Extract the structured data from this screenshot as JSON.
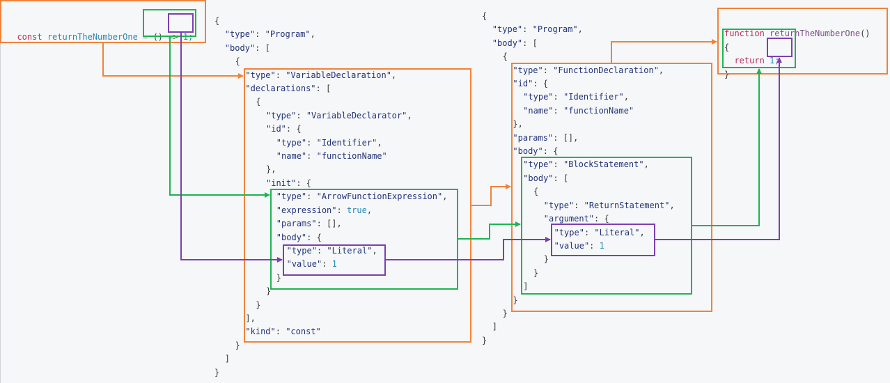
{
  "colors": {
    "orange": "#f0833a",
    "green": "#1cb552",
    "purple": "#7b3fb2",
    "keyword": "#b5305f",
    "identifier": "#2b86b5",
    "number": "#1e8ab8",
    "string": "#22337a"
  },
  "source_code": {
    "keyword": "const",
    "name": "returnTheNumberOne",
    "equals": "=",
    "arrow": "() =>",
    "value": "1;"
  },
  "ast_arrow": {
    "lines": [
      {
        "indent": 0,
        "parts": [
          [
            "p",
            "{"
          ]
        ]
      },
      {
        "indent": 1,
        "parts": [
          [
            "k",
            "\"type\""
          ],
          [
            "p",
            ": "
          ],
          [
            "k",
            "\"Program\""
          ],
          [
            "p",
            ","
          ]
        ]
      },
      {
        "indent": 1,
        "parts": [
          [
            "k",
            "\"body\""
          ],
          [
            "p",
            ": ["
          ]
        ]
      },
      {
        "indent": 2,
        "parts": [
          [
            "p",
            "{"
          ]
        ]
      },
      {
        "indent": 3,
        "parts": [
          [
            "k",
            "\"type\""
          ],
          [
            "p",
            ": "
          ],
          [
            "k",
            "\"VariableDeclaration\""
          ],
          [
            "p",
            ","
          ]
        ]
      },
      {
        "indent": 3,
        "parts": [
          [
            "k",
            "\"declarations\""
          ],
          [
            "p",
            ": ["
          ]
        ]
      },
      {
        "indent": 4,
        "parts": [
          [
            "p",
            "{"
          ]
        ]
      },
      {
        "indent": 5,
        "parts": [
          [
            "k",
            "\"type\""
          ],
          [
            "p",
            ": "
          ],
          [
            "k",
            "\"VariableDeclarator\""
          ],
          [
            "p",
            ","
          ]
        ]
      },
      {
        "indent": 5,
        "parts": [
          [
            "k",
            "\"id\""
          ],
          [
            "p",
            ": {"
          ]
        ]
      },
      {
        "indent": 6,
        "parts": [
          [
            "k",
            "\"type\""
          ],
          [
            "p",
            ": "
          ],
          [
            "k",
            "\"Identifier\""
          ],
          [
            "p",
            ","
          ]
        ]
      },
      {
        "indent": 6,
        "parts": [
          [
            "k",
            "\"name\""
          ],
          [
            "p",
            ": "
          ],
          [
            "k",
            "\"functionName\""
          ]
        ]
      },
      {
        "indent": 5,
        "parts": [
          [
            "p",
            "},"
          ]
        ]
      },
      {
        "indent": 5,
        "parts": [
          [
            "k",
            "\"init\""
          ],
          [
            "p",
            ": {"
          ]
        ]
      },
      {
        "indent": 6,
        "parts": [
          [
            "k",
            "\"type\""
          ],
          [
            "p",
            ": "
          ],
          [
            "k",
            "\"ArrowFunctionExpression\""
          ],
          [
            "p",
            ","
          ]
        ]
      },
      {
        "indent": 6,
        "parts": [
          [
            "k",
            "\"expression\""
          ],
          [
            "p",
            ": "
          ],
          [
            "n",
            "true"
          ],
          [
            "p",
            ","
          ]
        ]
      },
      {
        "indent": 6,
        "parts": [
          [
            "k",
            "\"params\""
          ],
          [
            "p",
            ": [],"
          ]
        ]
      },
      {
        "indent": 6,
        "parts": [
          [
            "k",
            "\"body\""
          ],
          [
            "p",
            ": {"
          ]
        ]
      },
      {
        "indent": 7,
        "parts": [
          [
            "k",
            "\"type\""
          ],
          [
            "p",
            ": "
          ],
          [
            "k",
            "\"Literal\""
          ],
          [
            "p",
            ","
          ]
        ]
      },
      {
        "indent": 7,
        "parts": [
          [
            "k",
            "\"value\""
          ],
          [
            "p",
            ": "
          ],
          [
            "n",
            "1"
          ]
        ]
      },
      {
        "indent": 6,
        "parts": [
          [
            "p",
            "}"
          ]
        ]
      },
      {
        "indent": 5,
        "parts": [
          [
            "p",
            "}"
          ]
        ]
      },
      {
        "indent": 4,
        "parts": [
          [
            "p",
            "}"
          ]
        ]
      },
      {
        "indent": 3,
        "parts": [
          [
            "p",
            "],"
          ]
        ]
      },
      {
        "indent": 3,
        "parts": [
          [
            "k",
            "\"kind\""
          ],
          [
            "p",
            ": "
          ],
          [
            "k",
            "\"const\""
          ]
        ]
      },
      {
        "indent": 2,
        "parts": [
          [
            "p",
            "}"
          ]
        ]
      },
      {
        "indent": 1,
        "parts": [
          [
            "p",
            "]"
          ]
        ]
      },
      {
        "indent": 0,
        "parts": [
          [
            "p",
            "}"
          ]
        ]
      }
    ]
  },
  "ast_function": {
    "lines": [
      {
        "indent": 0,
        "parts": [
          [
            "p",
            "{"
          ]
        ]
      },
      {
        "indent": 1,
        "parts": [
          [
            "k",
            "\"type\""
          ],
          [
            "p",
            ": "
          ],
          [
            "k",
            "\"Program\""
          ],
          [
            "p",
            ","
          ]
        ]
      },
      {
        "indent": 1,
        "parts": [
          [
            "k",
            "\"body\""
          ],
          [
            "p",
            ": ["
          ]
        ]
      },
      {
        "indent": 2,
        "parts": [
          [
            "p",
            "{"
          ]
        ]
      },
      {
        "indent": 3,
        "parts": [
          [
            "k",
            "\"type\""
          ],
          [
            "p",
            ": "
          ],
          [
            "k",
            "\"FunctionDeclaration\""
          ],
          [
            "p",
            ","
          ]
        ]
      },
      {
        "indent": 3,
        "parts": [
          [
            "k",
            "\"id\""
          ],
          [
            "p",
            ": {"
          ]
        ]
      },
      {
        "indent": 4,
        "parts": [
          [
            "k",
            "\"type\""
          ],
          [
            "p",
            ": "
          ],
          [
            "k",
            "\"Identifier\""
          ],
          [
            "p",
            ","
          ]
        ]
      },
      {
        "indent": 4,
        "parts": [
          [
            "k",
            "\"name\""
          ],
          [
            "p",
            ": "
          ],
          [
            "k",
            "\"functionName\""
          ]
        ]
      },
      {
        "indent": 3,
        "parts": [
          [
            "p",
            "},"
          ]
        ]
      },
      {
        "indent": 3,
        "parts": [
          [
            "k",
            "\"params\""
          ],
          [
            "p",
            ": [],"
          ]
        ]
      },
      {
        "indent": 3,
        "parts": [
          [
            "k",
            "\"body\""
          ],
          [
            "p",
            ": {"
          ]
        ]
      },
      {
        "indent": 4,
        "parts": [
          [
            "k",
            "\"type\""
          ],
          [
            "p",
            ": "
          ],
          [
            "k",
            "\"BlockStatement\""
          ],
          [
            "p",
            ","
          ]
        ]
      },
      {
        "indent": 4,
        "parts": [
          [
            "k",
            "\"body\""
          ],
          [
            "p",
            ": ["
          ]
        ]
      },
      {
        "indent": 5,
        "parts": [
          [
            "p",
            "{"
          ]
        ]
      },
      {
        "indent": 6,
        "parts": [
          [
            "k",
            "\"type\""
          ],
          [
            "p",
            ": "
          ],
          [
            "k",
            "\"ReturnStatement\""
          ],
          [
            "p",
            ","
          ]
        ]
      },
      {
        "indent": 6,
        "parts": [
          [
            "k",
            "\"argument\""
          ],
          [
            "p",
            ": {"
          ]
        ]
      },
      {
        "indent": 7,
        "parts": [
          [
            "k",
            "\"type\""
          ],
          [
            "p",
            ": "
          ],
          [
            "k",
            "\"Literal\""
          ],
          [
            "p",
            ","
          ]
        ]
      },
      {
        "indent": 7,
        "parts": [
          [
            "k",
            "\"value\""
          ],
          [
            "p",
            ": "
          ],
          [
            "n",
            "1"
          ]
        ]
      },
      {
        "indent": 6,
        "parts": [
          [
            "p",
            "}"
          ]
        ]
      },
      {
        "indent": 5,
        "parts": [
          [
            "p",
            "}"
          ]
        ]
      },
      {
        "indent": 4,
        "parts": [
          [
            "p",
            "]"
          ]
        ]
      },
      {
        "indent": 3,
        "parts": [
          [
            "p",
            "}"
          ]
        ]
      },
      {
        "indent": 2,
        "parts": [
          [
            "p",
            "}"
          ]
        ]
      },
      {
        "indent": 1,
        "parts": [
          [
            "p",
            "]"
          ]
        ]
      },
      {
        "indent": 0,
        "parts": [
          [
            "p",
            "}"
          ]
        ]
      }
    ]
  },
  "output_code": {
    "keyword": "function",
    "name": "returnTheNumberOne",
    "parens": "()",
    "open_brace": "{",
    "return_keyword": "return",
    "value": "1;",
    "close_brace": "}"
  }
}
